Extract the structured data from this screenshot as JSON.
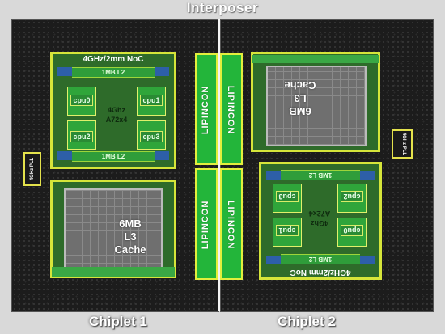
{
  "title": "Interposer",
  "chiplet1": {
    "label": "Chiplet 1",
    "noc": "4GHz/2mm NoC",
    "l2_top": "1MB L2",
    "l2_bottom": "1MB L2",
    "cpus": [
      "cpu0",
      "cpu1",
      "cpu2",
      "cpu3"
    ],
    "core_line1": "4Ghz",
    "core_line2": "A72x4",
    "l3_line1": "6MB",
    "l3_line2": "L3",
    "l3_line3": "Cache",
    "pad": "4GHz PLL"
  },
  "chiplet2": {
    "label": "Chiplet 2",
    "noc": "4GHz/2mm NoC",
    "l2_top": "1MB L2",
    "l2_bottom": "1MB L2",
    "cpus": [
      "cpu3",
      "cpu2",
      "cpu1",
      "cpu0"
    ],
    "core_line1": "4Ghz",
    "core_line2": "A72x4",
    "l3_line1": "6MB",
    "l3_line2": "L3",
    "l3_line3": "Cache",
    "pad": "4GHz PLL"
  },
  "lipincon": [
    "LIPINCON",
    "LIPINCON",
    "LIPINCON",
    "LIPINCON"
  ]
}
